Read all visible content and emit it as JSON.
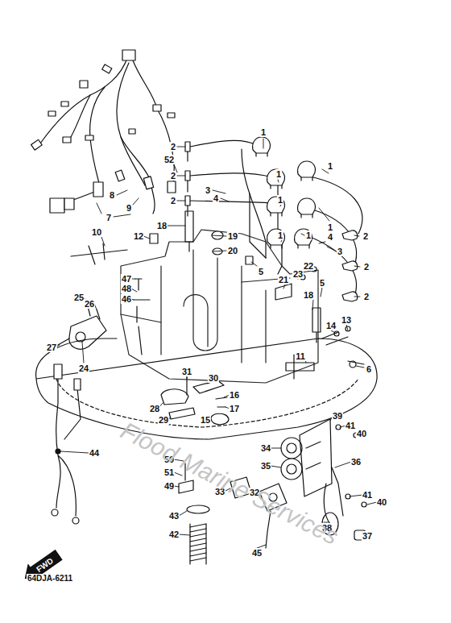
{
  "diagram": {
    "nodes": [
      {
        "text": [
          "FWD"
        ]
      }
    ],
    "labels": [
      "1",
      "1",
      "1",
      "1",
      "1",
      "1",
      "1",
      "2",
      "2",
      "2",
      "2",
      "2",
      "2",
      "52",
      "3",
      "3",
      "4",
      "4",
      "8",
      "9",
      "7",
      "18",
      "18",
      "19",
      "20",
      "5",
      "5",
      "12",
      "10",
      "47",
      "48",
      "46",
      "21",
      "23",
      "22",
      "25",
      "26",
      "27",
      "24",
      "14",
      "13",
      "11",
      "6",
      "31",
      "30",
      "16",
      "17",
      "28",
      "29",
      "15",
      "39",
      "41",
      "41",
      "40",
      "40",
      "34",
      "35",
      "36",
      "33",
      "32",
      "43",
      "42",
      "37",
      "38",
      "45",
      "44",
      "50",
      "51",
      "49",
      "64DJA-6211",
      "Flood Marine Services"
    ]
  }
}
